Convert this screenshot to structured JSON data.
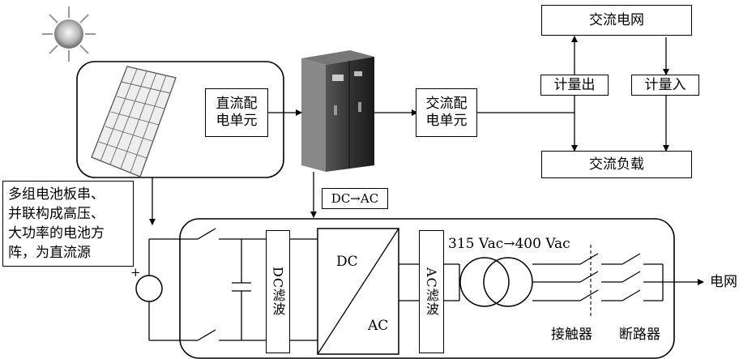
{
  "grid_top": "交流电网",
  "meter_out": "计量出",
  "meter_in": "计量入",
  "ac_load": "交流负载",
  "dc_dist": "直流配\n电单元",
  "ac_dist": "交流配\n电单元",
  "dc_ac_label": "DC→AC",
  "pv_note": [
    "多组电池板串、",
    "并联构成高压、",
    "大功率的电池方",
    "阵，为直流源"
  ],
  "dc_filter": "DC滤波",
  "ac_filter": "AC滤波",
  "inverter_dc": "DC",
  "inverter_ac": "AC",
  "transformer": "315 Vac→400 Vac",
  "contactor": "接触器",
  "breaker": "断路器",
  "grid_right": "电网",
  "plus": "+"
}
